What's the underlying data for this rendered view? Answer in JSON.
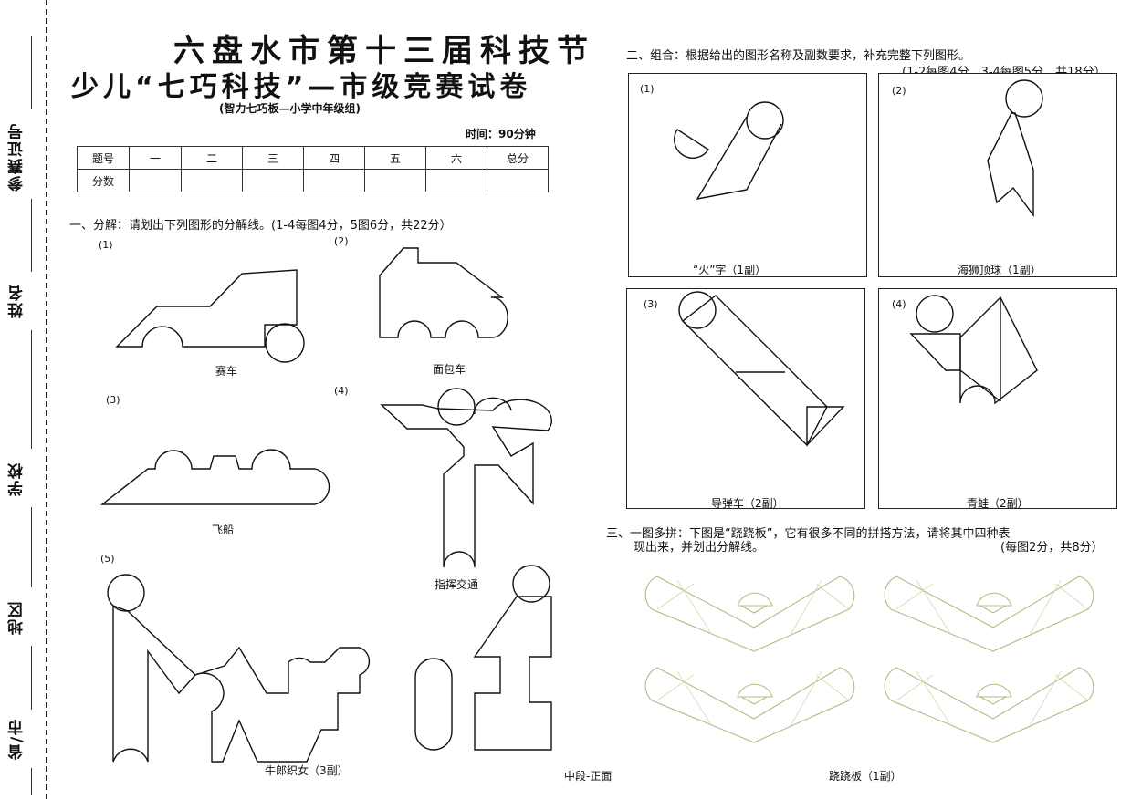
{
  "sidebar": {
    "fields": [
      "参赛证号",
      "姓名",
      "学校",
      "地区",
      "省/市"
    ]
  },
  "header": {
    "title_line1": "六盘水市第十三届科技节",
    "title_line2": "少儿“七巧科技”—市级竞赛试卷",
    "subtitle": "(智力七巧板—小学中年级组)",
    "time": "时间：90分钟"
  },
  "score_table": {
    "row1": [
      "题号",
      "一",
      "二",
      "三",
      "四",
      "五",
      "六",
      "总分"
    ],
    "row2_label": "分数"
  },
  "section1": {
    "heading": "一、分解：请划出下列图形的分解线。(1-4每图4分，5图6分，共22分）",
    "items": [
      {
        "num": "(1)",
        "caption": "赛车"
      },
      {
        "num": "(2)",
        "caption": "面包车"
      },
      {
        "num": "(3)",
        "caption": "飞船"
      },
      {
        "num": "(4)",
        "caption": "指挥交通"
      },
      {
        "num": "(5)",
        "caption": "牛郎织女（3副）"
      }
    ]
  },
  "section2": {
    "heading": "二、组合：根据给出的图形名称及副数要求，补充完整下列图形。",
    "scoring": "(1-2每图4分，3-4每图5分，共18分）",
    "items": [
      {
        "num": "(1)",
        "caption": "“火”字（1副）"
      },
      {
        "num": "(2)",
        "caption": "海狮顶球（1副）"
      },
      {
        "num": "(3)",
        "caption": "导弹车（2副）"
      },
      {
        "num": "(4)",
        "caption": "青蛙（2副）"
      }
    ]
  },
  "section3": {
    "heading_line1": "三、一图多拼：下图是“跷跷板”，它有很多不同的拼搭方法，请将其中四种表",
    "heading_line2": "现出来，并划出分解线。",
    "scoring": "(每图2分，共8分）",
    "caption": "跷跷板（1副）"
  },
  "footer": {
    "page_label": "中段-正面"
  }
}
